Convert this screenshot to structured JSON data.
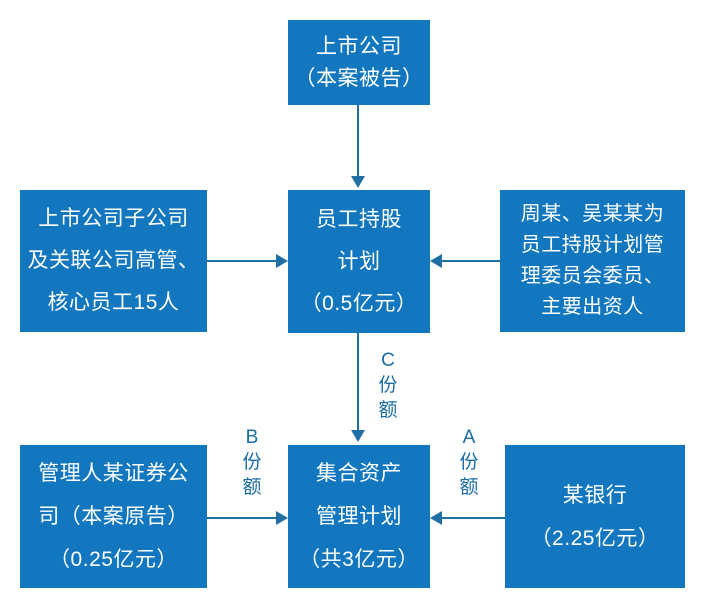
{
  "diagram": {
    "title_hidden": "",
    "colors": {
      "node_fill": "#1277be",
      "node_text": "#ffffff",
      "connector": "#1f6fa5",
      "edge_label_text": "#1a6da4",
      "background": "#ffffff"
    },
    "nodes": {
      "listed_company": {
        "name": "listed-company",
        "lines": [
          "上市公司",
          "（本案被告）"
        ]
      },
      "subsidiary_execs": {
        "name": "subsidiary-and-affiliate-executives",
        "lines": [
          "上市公司子公司",
          "及关联公司高管、",
          "核心员工15人"
        ]
      },
      "esop": {
        "name": "employee-stock-ownership-plan",
        "lines": [
          "员工持股",
          "计划",
          "（0.5亿元）"
        ]
      },
      "committee": {
        "name": "esop-management-committee-members",
        "lines": [
          "周某、吴某某为",
          "员工持股计划管",
          "理委员会委员、",
          "主要出资人"
        ]
      },
      "securities_manager": {
        "name": "manager-securities-company",
        "lines": [
          "管理人某证券公",
          "司（本案原告）",
          "（0.25亿元）"
        ]
      },
      "asset_plan": {
        "name": "collective-asset-management-plan",
        "lines": [
          "集合资产",
          "管理计划",
          "（共3亿元）"
        ]
      },
      "bank": {
        "name": "bank",
        "lines": [
          "某银行",
          "（2.25亿元）"
        ]
      }
    },
    "edges": {
      "a_share": {
        "label_lines": [
          "A",
          "份",
          "额"
        ]
      },
      "b_share": {
        "label_lines": [
          "B",
          "份",
          "额"
        ]
      },
      "c_share": {
        "label_lines": [
          "C",
          "份",
          "额"
        ]
      }
    }
  }
}
